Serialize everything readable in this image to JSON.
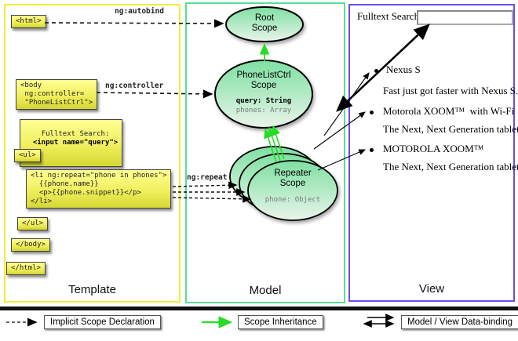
{
  "panels": {
    "template": {
      "label": "Template"
    },
    "model": {
      "label": "Model"
    },
    "view": {
      "label": "View"
    }
  },
  "edge_labels": {
    "autobind": "ng:autobind",
    "controller": "ng:controller",
    "repeat": "ng:repeat"
  },
  "template": {
    "html_open": "<html>",
    "body_open": "<body\n ng:controller=\n \"PhoneListCtrl\">",
    "fulltext_label": "Fulltext Search:",
    "fulltext_input": "  <input name=\"query\">",
    "ul_open": "<ul>",
    "li_repeat": "<li ng:repeat=\"phone in phones\">\n  {{phone.name}}\n  <p>{{phone.snippet}}</p>\n</li>",
    "ul_close": "</ul>",
    "body_close": "</body>",
    "html_close": "</html>"
  },
  "model": {
    "root_scope_title": "Root\nScope",
    "phonelist_scope_title": "PhoneListCtrl\nScope",
    "phonelist_prop_query": "query: String",
    "phonelist_prop_phones": "phones: Array",
    "repeater_scope_title": "Repeater\nScope",
    "repeater_prop_phone": "phone: Object"
  },
  "view": {
    "search_label": "Fulltext Search:",
    "search_value": "",
    "items": [
      {
        "name": "Nexus S",
        "snippet": "Fast just got faster with Nexus S."
      },
      {
        "name": "Motorola XOOM™  with Wi-Fi",
        "snippet": "The Next, Next Generation tablet."
      },
      {
        "name": "MOTOROLA XOOM™",
        "snippet": "The Next, Next Generation tablet."
      }
    ]
  },
  "legend": {
    "implicit": "Implicit Scope Declaration",
    "inheritance": "Scope Inheritance",
    "databinding": "Model / View Data-binding"
  },
  "colors": {
    "template_border": "#f2ee38",
    "model_border": "#58dd9b",
    "view_border": "#6a4df0",
    "scope_top": "#7ee0a2",
    "scope_bottom": "#e9f4ea",
    "inheritance_green": "#25dd25"
  }
}
